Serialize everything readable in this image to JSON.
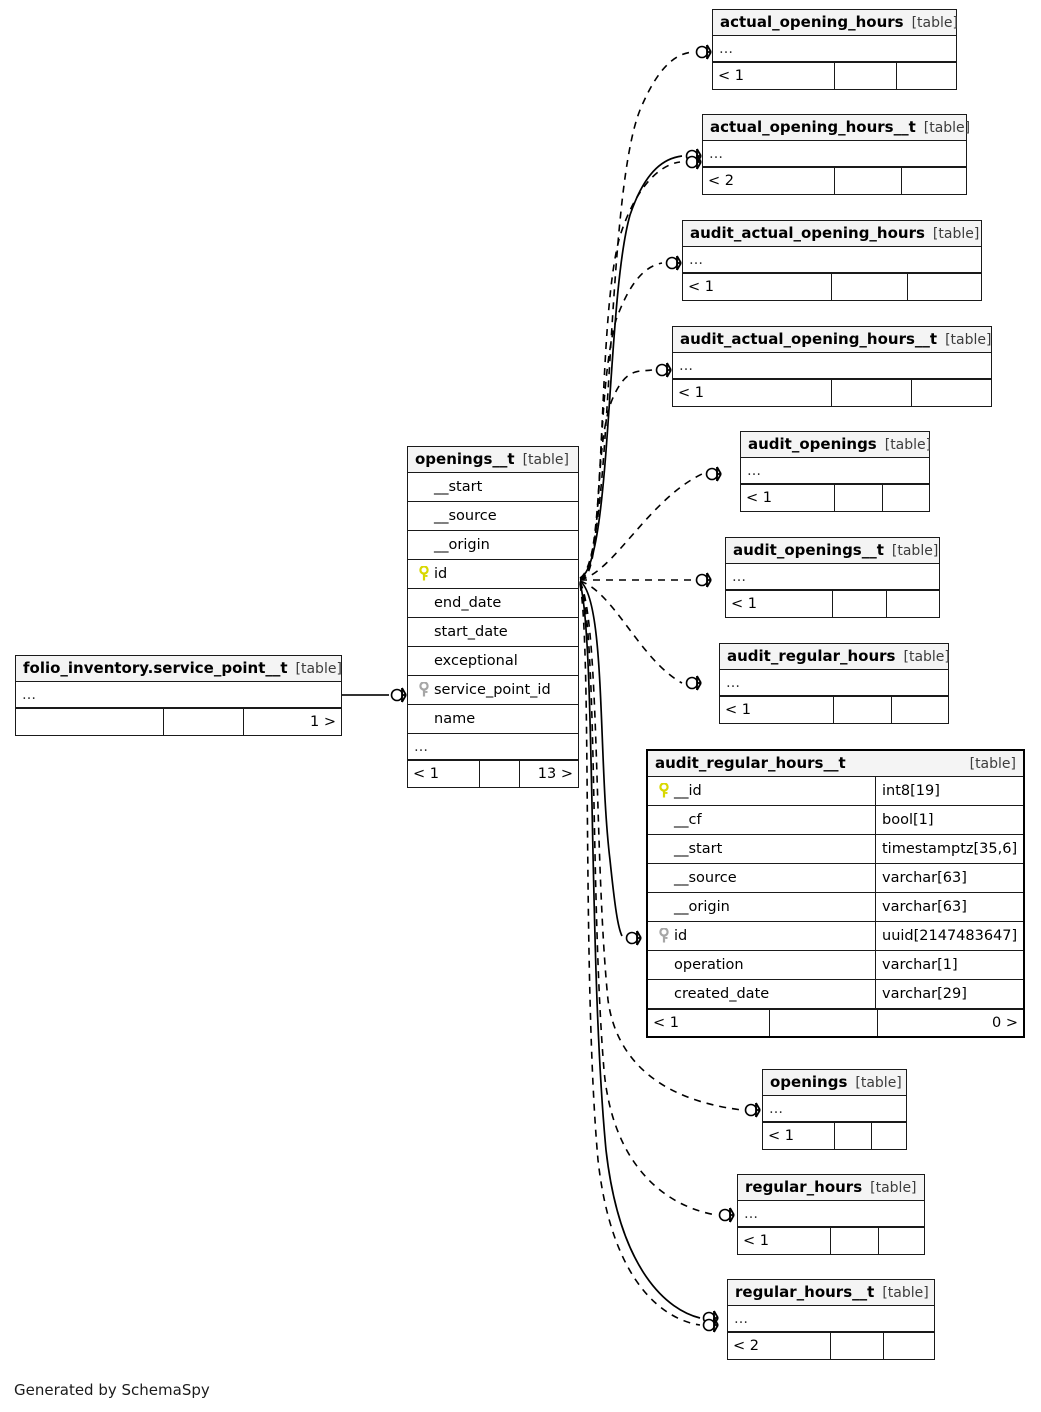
{
  "diagram": {
    "generator_note": "Generated by SchemaSpy",
    "table_tag": "[table]",
    "ellipsis": "…",
    "icons": {
      "primary_key": "yellow-key-icon",
      "foreign_key": "grey-key-icon"
    },
    "colors": {
      "primary_key": "#e8e800",
      "foreign_key": "#a8a8a8",
      "header_bg": "#f4f4f4",
      "border": "#1a1a1a",
      "background": "#ffffff"
    }
  },
  "tables": {
    "service_point_t": {
      "name": "folio_inventory.service_point__t",
      "tag": "[table]",
      "ellipsis": "…",
      "footer": [
        "",
        "",
        "1 >"
      ]
    },
    "openings_t": {
      "name": "openings__t",
      "tag": "[table]",
      "columns": [
        {
          "name": "__start",
          "key": "none"
        },
        {
          "name": "__source",
          "key": "none"
        },
        {
          "name": "__origin",
          "key": "none"
        },
        {
          "name": "id",
          "key": "primary"
        },
        {
          "name": "end_date",
          "key": "none"
        },
        {
          "name": "start_date",
          "key": "none"
        },
        {
          "name": "exceptional",
          "key": "none"
        },
        {
          "name": "service_point_id",
          "key": "foreign"
        },
        {
          "name": "name",
          "key": "none"
        }
      ],
      "ellipsis": "…",
      "footer": [
        "< 1",
        "",
        "13 >"
      ]
    },
    "actual_opening_hours": {
      "name": "actual_opening_hours",
      "tag": "[table]",
      "ellipsis": "…",
      "footer": [
        "< 1",
        "",
        ""
      ]
    },
    "actual_opening_hours_t": {
      "name": "actual_opening_hours__t",
      "tag": "[table]",
      "ellipsis": "…",
      "footer": [
        "< 2",
        "",
        ""
      ]
    },
    "audit_actual_opening_hours": {
      "name": "audit_actual_opening_hours",
      "tag": "[table]",
      "ellipsis": "…",
      "footer": [
        "< 1",
        "",
        ""
      ]
    },
    "audit_actual_opening_hours_t": {
      "name": "audit_actual_opening_hours__t",
      "tag": "[table]",
      "ellipsis": "…",
      "footer": [
        "< 1",
        "",
        ""
      ]
    },
    "audit_openings": {
      "name": "audit_openings",
      "tag": "[table]",
      "ellipsis": "…",
      "footer": [
        "< 1",
        "",
        ""
      ]
    },
    "audit_openings_t": {
      "name": "audit_openings__t",
      "tag": "[table]",
      "ellipsis": "…",
      "footer": [
        "< 1",
        "",
        ""
      ]
    },
    "audit_regular_hours": {
      "name": "audit_regular_hours",
      "tag": "[table]",
      "ellipsis": "…",
      "footer": [
        "< 1",
        "",
        ""
      ]
    },
    "audit_regular_hours_t": {
      "name": "audit_regular_hours__t",
      "tag": "[table]",
      "columns": [
        {
          "name": "__id",
          "type": "int8[19]",
          "key": "primary"
        },
        {
          "name": "__cf",
          "type": "bool[1]",
          "key": "none"
        },
        {
          "name": "__start",
          "type": "timestamptz[35,6]",
          "key": "none"
        },
        {
          "name": "__source",
          "type": "varchar[63]",
          "key": "none"
        },
        {
          "name": "__origin",
          "type": "varchar[63]",
          "key": "none"
        },
        {
          "name": "id",
          "type": "uuid[2147483647]",
          "key": "foreign"
        },
        {
          "name": "operation",
          "type": "varchar[1]",
          "key": "none"
        },
        {
          "name": "created_date",
          "type": "varchar[29]",
          "key": "none"
        }
      ],
      "footer": [
        "< 1",
        "",
        "0 >"
      ]
    },
    "openings": {
      "name": "openings",
      "tag": "[table]",
      "ellipsis": "…",
      "footer": [
        "< 1",
        "",
        ""
      ]
    },
    "regular_hours": {
      "name": "regular_hours",
      "tag": "[table]",
      "ellipsis": "…",
      "footer": [
        "< 1",
        "",
        ""
      ]
    },
    "regular_hours_t": {
      "name": "regular_hours__t",
      "tag": "[table]",
      "ellipsis": "…",
      "footer": [
        "< 2",
        "",
        ""
      ]
    }
  }
}
